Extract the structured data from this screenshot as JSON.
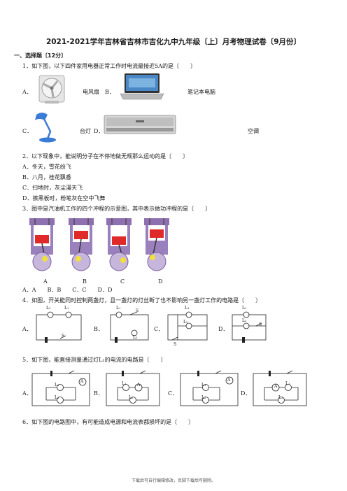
{
  "title": "2021-2021学年吉林省吉林市吉化九中九年级〔上〕月考物理试卷〔9月份〕",
  "section1": "一、选择题〔12分〕",
  "q1": {
    "stem": "1．如下图，以下四件家用电器正常工作时电流最接近5A的是〔　　〕",
    "optA": "A．",
    "labelA": "电风扇",
    "optB": "B．",
    "labelB": "笔记本电脑",
    "optC": "C．",
    "labelC": "台灯",
    "optD": "D．",
    "labelD": "空调"
  },
  "q2": {
    "stem": "2．以下现象中，能说明分子在不停地做无规那么运动的是〔　　〕",
    "options": [
      "A．冬天，雪花纷飞",
      "B．八月，桂花飘香",
      "C．扫地时，灰尘漫天飞",
      "D．擦黑板时，粉笔灰在空中飞舞"
    ]
  },
  "q3": {
    "stem": "3．图中是汽油机工作的四个冲程的示意图，其中表示做功冲程的是〔　　〕",
    "engine_labels": [
      "A",
      "B",
      "C",
      "D"
    ],
    "answers": "A．A　　B．B　　C．C　　D．D"
  },
  "q4": {
    "stem": "4．如图，开关能同时控制两盏灯，且一盏灯的灯丝断了也不影响另一盏灯工作的电路是〔　　〕",
    "opts": [
      "A．",
      "B．",
      "C．",
      "D．"
    ],
    "l1": "L₁",
    "l2": "L₂",
    "s": "S"
  },
  "q5": {
    "stem": "5．如下图，能直接测量通过灯L₁的电流的电路是〔　　〕",
    "opts": [
      "A．",
      "B．",
      "C．",
      "D．"
    ],
    "ammeter": "A",
    "l1": "L₁",
    "l2": "L₂"
  },
  "q6": {
    "stem": "6．如下图的电路图中，有可能造成电源和电流表都损坏的是〔　　〕"
  },
  "footer": "下载后可自行编辑修改，页脚下载后可删除。"
}
